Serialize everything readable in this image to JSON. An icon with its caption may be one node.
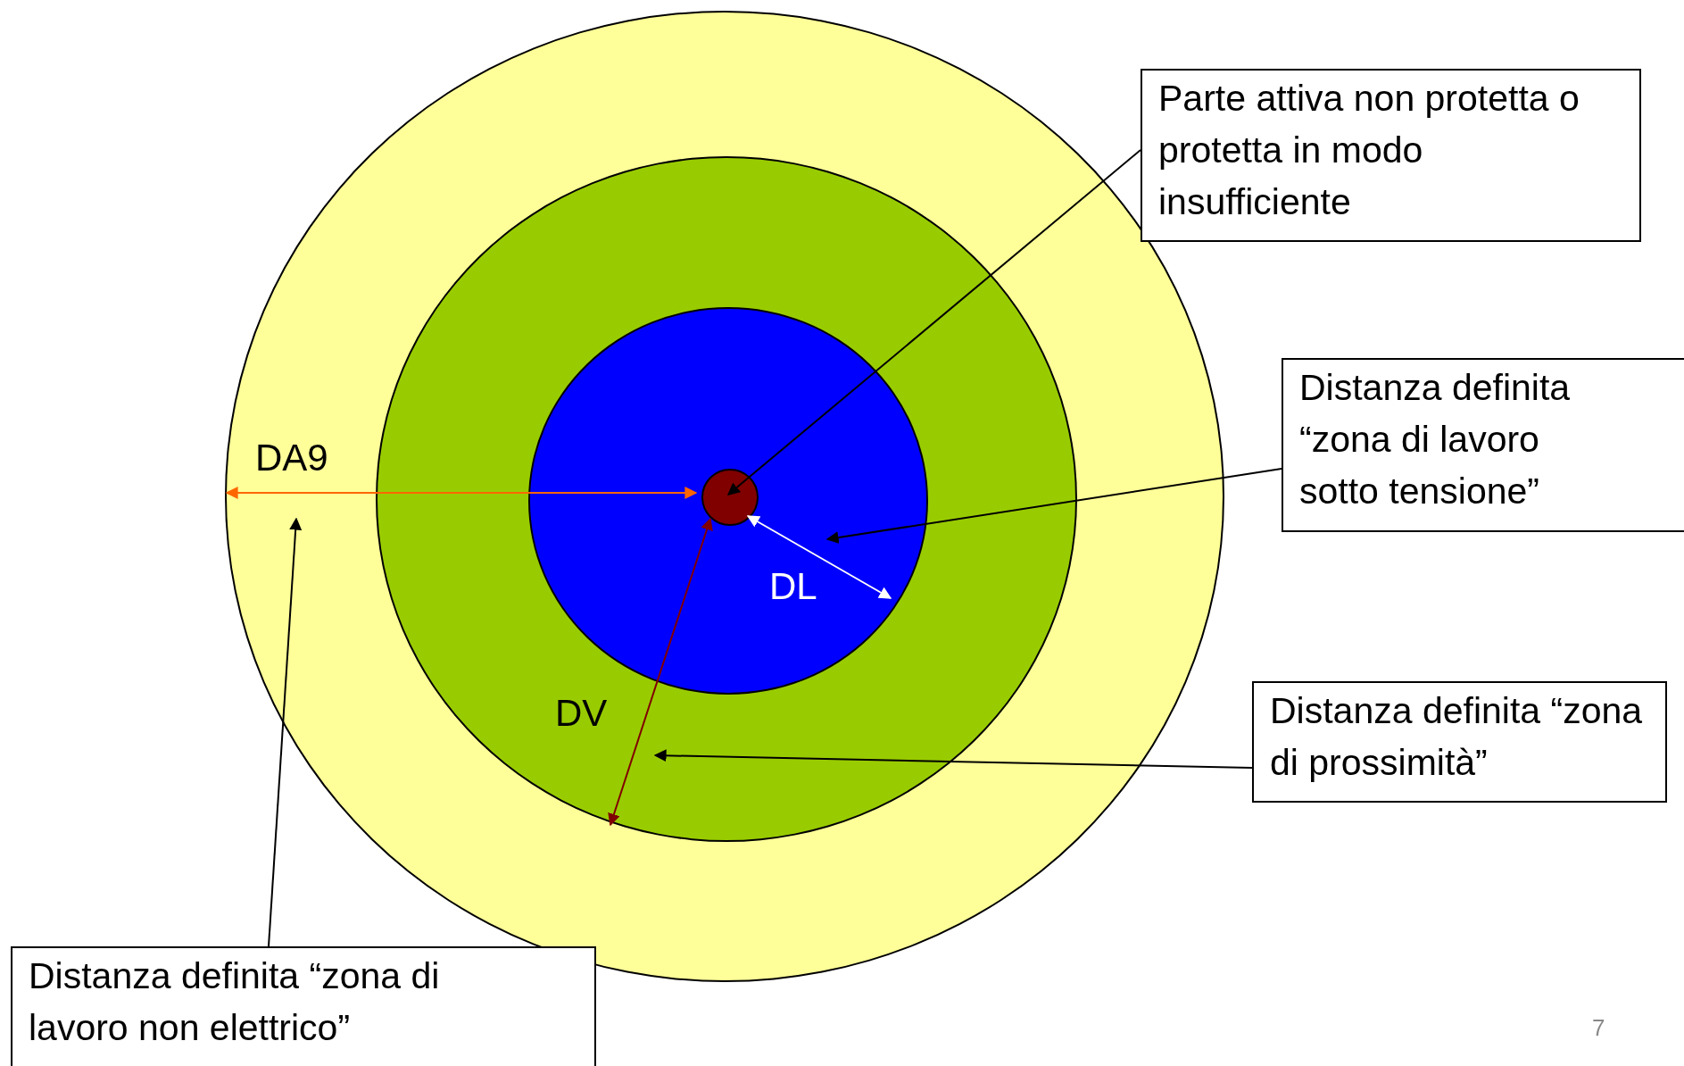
{
  "diagram": {
    "nodes": [
      {
        "text": [],
        "shape": "circle"
      },
      {
        "text": [],
        "shape": "circle",
        "in": 0
      },
      {
        "text": [],
        "shape": "circle",
        "in": 1
      },
      {
        "text": [],
        "shape": "circle",
        "in": 2
      },
      {
        "text": [
          "Parte attiva non protetta o protetta in modo insufficiente"
        ]
      },
      {
        "text": [
          "Distanza definita “zona di lavoro sotto tensione”"
        ]
      },
      {
        "text": [
          "Distanza definita “zona di prossimità”"
        ]
      },
      {
        "text": [
          "Distanza definita “zona di lavoro non elettrico”"
        ]
      }
    ],
    "edges": [
      {
        "from": 4,
        "to": 3,
        "arrow": "to"
      },
      {
        "from": 5,
        "to": 2,
        "arrow": "to"
      },
      {
        "from": 6,
        "to": 1,
        "arrow": "to"
      },
      {
        "from": 7,
        "to": 0,
        "arrow": "to"
      },
      {
        "from": 3,
        "to": 0,
        "arrow": "both",
        "label": "DA9",
        "color": "#ff6600"
      },
      {
        "from": 3,
        "to": 2,
        "arrow": "both",
        "label": "DL",
        "color": "#ffffff"
      },
      {
        "from": 3,
        "to": 1,
        "arrow": "both",
        "label": "DV",
        "color": "#800000"
      }
    ],
    "labels": [
      "7"
    ]
  }
}
